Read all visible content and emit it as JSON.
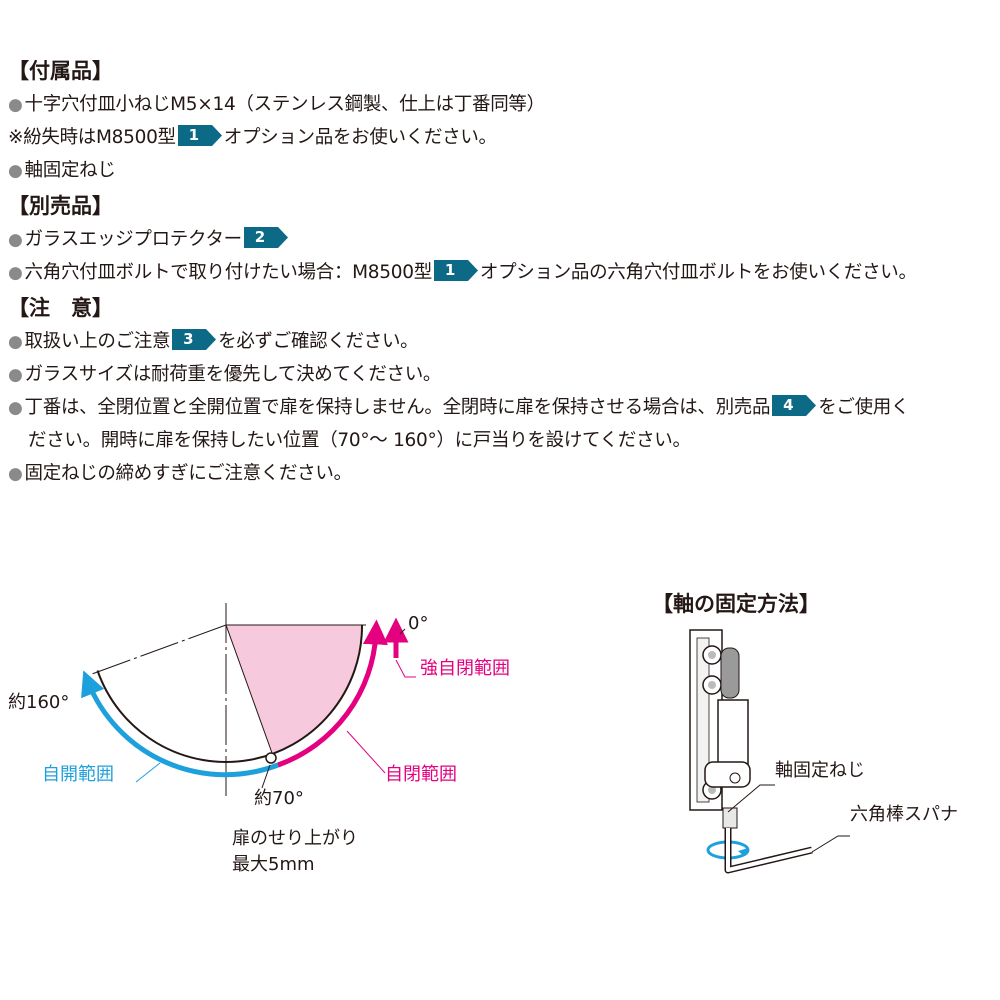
{
  "sections": {
    "accessories": {
      "heading": "【付属品】",
      "line1": "十字穴付皿小ねじM5×14（ステンレス鋼製、仕上は丁番同等）",
      "line2_pre": "※紛失時はM8500型",
      "line2_badge": "1",
      "line2_post": "オプション品をお使いください。",
      "line3": "軸固定ねじ"
    },
    "sold_separately": {
      "heading": "【別売品】",
      "line1": "ガラスエッジプロテクター",
      "line1_badge": "2",
      "line2_pre": "六角穴付皿ボルトで取り付けたい場合：M8500型",
      "line2_badge": "1",
      "line2_post": "オプション品の六角穴付皿ボルトをお使いください。"
    },
    "caution": {
      "heading": "【注　意】",
      "line1_pre": "取扱い上のご注意",
      "line1_badge": "3",
      "line1_post": "を必ずご確認ください。",
      "line2": "ガラスサイズは耐荷重を優先して決めてください。",
      "line3_pre": "丁番は、全閉位置と全開位置で扉を保持しません。全閉時に扉を保持させる場合は、別売品",
      "line3_badge": "4",
      "line3_post": "をご使用く",
      "line3_cont": "ださい。開時に扉を保持したい位置（70°～ 160°）に戸当りを設けてください。",
      "line4": "固定ねじの締めすぎにご注意ください。"
    }
  },
  "bullet_glyph": "●",
  "door_diagram": {
    "label_0deg": "0°",
    "label_strong_close": "強自閉範囲",
    "label_160": "約160°",
    "label_open_range": "自開範囲",
    "label_close_range": "自閉範囲",
    "label_70": "約70°",
    "note_line1": "扉のせり上がり",
    "note_line2": "最大5mm"
  },
  "shaft_diagram": {
    "title": "【軸の固定方法】",
    "label_screw": "軸固定ねじ",
    "label_wrench": "六角棒スパナ"
  },
  "colors": {
    "badge": "#0d6a86",
    "open_range": "#1ea0dc",
    "close_range": "#e4007f",
    "sector_fill": "#f7c9dc"
  }
}
